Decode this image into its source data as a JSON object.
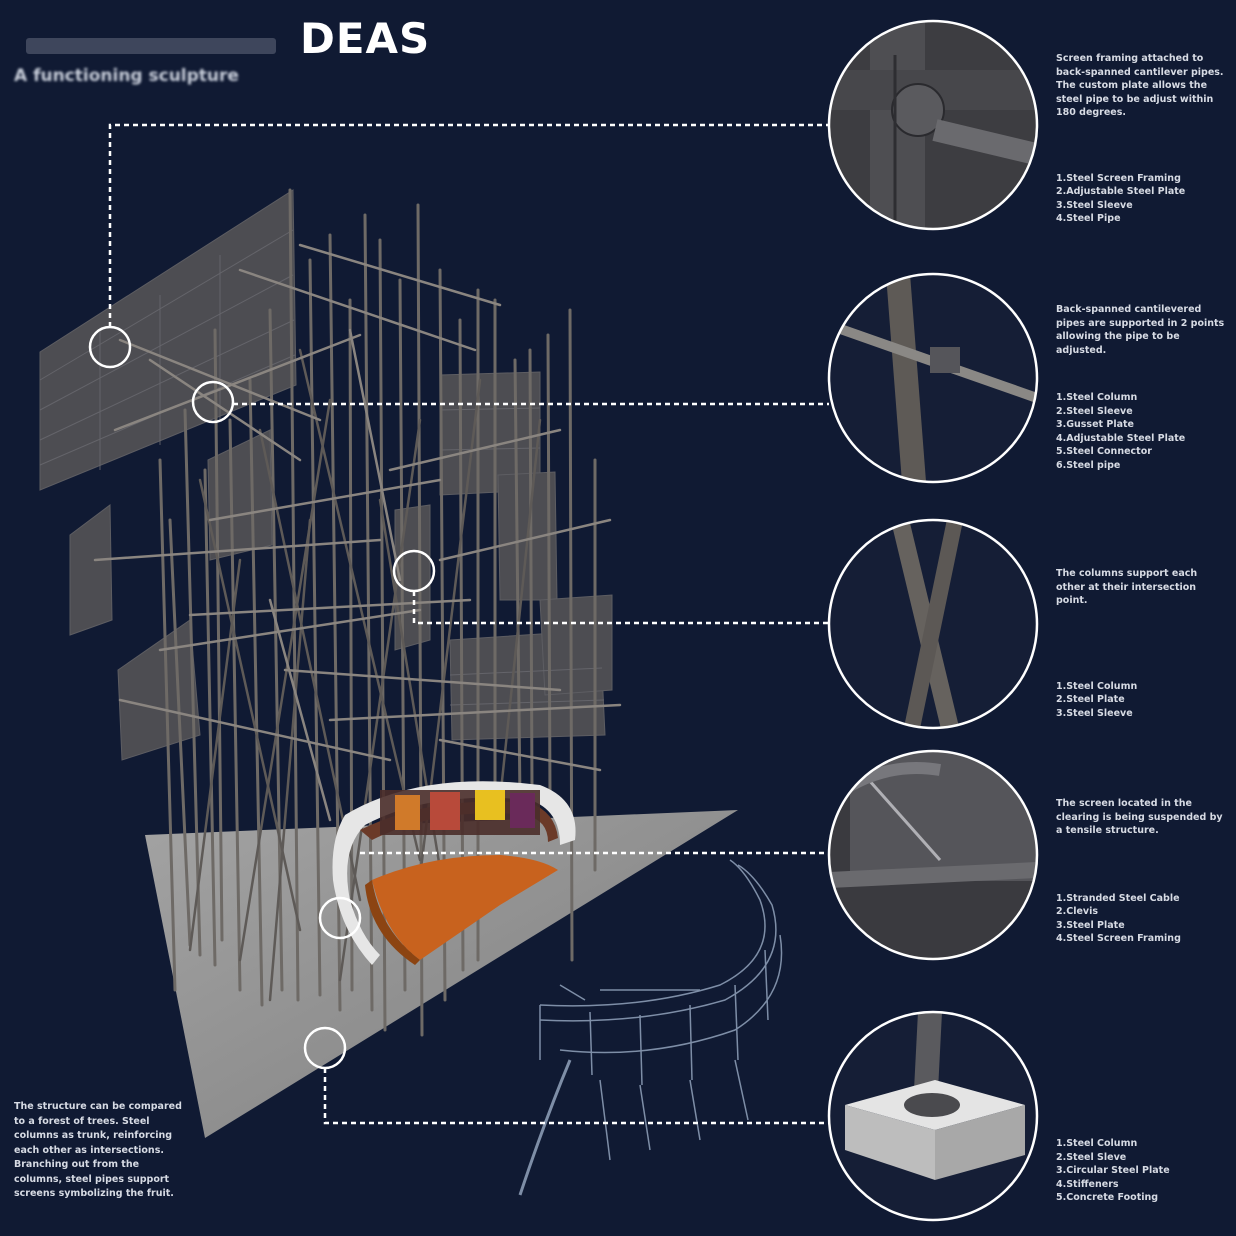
{
  "header": {
    "title": "DEAS",
    "subtitle": "A functioning sculpture"
  },
  "details": [
    {
      "id": "screen-framing",
      "description": "Screen framing attached to back-spanned cantilever pipes. The custom plate allows the steel pipe to be adjust within 180 degrees.",
      "parts": [
        "1.Steel Screen Framing",
        "2.Adjustable Steel Plate",
        "3.Steel Sleeve",
        "4.Steel Pipe"
      ]
    },
    {
      "id": "cantilever-pipes",
      "description": "Back-spanned cantilevered pipes are supported in 2 points allowing the pipe to be adjusted.",
      "parts": [
        "1.Steel Column",
        "2.Steel Sleeve",
        "3.Gusset Plate",
        "4.Adjustable Steel Plate",
        "5.Steel Connector",
        "6.Steel pipe"
      ]
    },
    {
      "id": "column-intersection",
      "description": "The columns support each other at their intersection point.",
      "parts": [
        "1.Steel Column",
        "2.Steel Plate",
        "3.Steel Sleeve"
      ]
    },
    {
      "id": "suspended-screen",
      "description": "The screen located in the clearing is being suspended by a tensile structure.",
      "parts": [
        "1.Stranded Steel Cable",
        "2.Clevis",
        "3.Steel Plate",
        "4.Steel Screen Framing"
      ]
    },
    {
      "id": "footing",
      "description": "",
      "parts": [
        "1.Steel Column",
        "2.Steel Sleve",
        "3.Circular Steel Plate",
        "4.Stiffeners",
        "5.Concrete Footing"
      ]
    }
  ],
  "caption": "The structure can be compared to a forest of trees. Steel columns as trunk, reinforcing each other as intersections. Branching out from the columns, steel pipes support screens symbolizing the fruit.",
  "colors": {
    "background": "#101a33",
    "ground": "#8d8d8d",
    "structure": "#6e6a66",
    "screen_panel": "#4a4a4e",
    "stage_platform": "#c8621e",
    "leader_line": "#ffffff",
    "wireframe": "#8a9bb4"
  }
}
